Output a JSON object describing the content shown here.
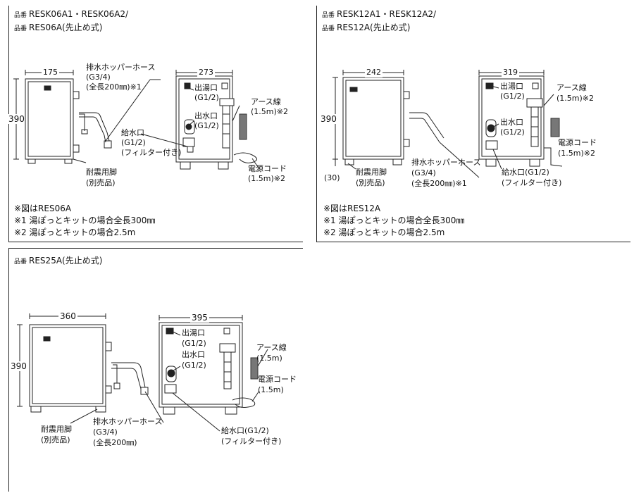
{
  "panels": [
    {
      "prefix": "品番",
      "model_line1": "RESK06A1・RESK06A2/",
      "model_line2": "RES06A(先止め式)",
      "dims": {
        "width_side": "175",
        "width_front": "273",
        "height": "390"
      },
      "labels": {
        "hose": "排水ホッパーホース",
        "hose_size": "(G3/4)",
        "hose_len": "(全長200㎜)※1",
        "outlet_hot": "出湯口",
        "outlet_hot_size": "(G1/2)",
        "outlet_water": "出水口",
        "outlet_water_size": "(G1/2)",
        "inlet": "給水口",
        "inlet_size": "(G1/2)",
        "inlet_filter": "(フィルター付き)",
        "earth": "アース線",
        "earth_len": "(1.5m)※2",
        "cord": "電源コード",
        "cord_len": "(1.5m)※2",
        "legs": "耐震用脚",
        "legs_note": "(別売品)"
      },
      "notes": [
        "※図はRES06A",
        "※1 湯ぽっとキットの場合全長300㎜",
        "※2 湯ぽっとキットの場合2.5m"
      ]
    },
    {
      "prefix": "品番",
      "model_line1": "RESK12A1・RESK12A2/",
      "model_line2": "RES12A(先止め式)",
      "dims": {
        "width_side": "242",
        "width_front": "319",
        "height": "390",
        "leg_height": "(30)"
      },
      "labels": {
        "hose": "排水ホッパーホース",
        "hose_size": "(G3/4)",
        "hose_len": "(全長200㎜)※1",
        "outlet_hot": "出湯口",
        "outlet_hot_size": "(G1/2)",
        "outlet_water": "出水口",
        "outlet_water_size": "(G1/2)",
        "inlet": "給水口(G1/2)",
        "inlet_filter": "(フィルター付き)",
        "earth": "アース線",
        "earth_len": "(1.5m)※2",
        "cord": "電源コード",
        "cord_len": "(1.5m)※2",
        "legs": "耐震用脚",
        "legs_note": "(別売品)"
      },
      "notes": [
        "※図はRES12A",
        "※1 湯ぽっとキットの場合全長300㎜",
        "※2 湯ぽっとキットの場合2.5m"
      ]
    },
    {
      "prefix": "品番",
      "model_line1": "RES25A(先止め式)",
      "dims": {
        "width_side": "360",
        "width_front": "395",
        "height": "390"
      },
      "labels": {
        "hose": "排水ホッパーホース",
        "hose_size": "(G3/4)",
        "hose_len": "(全長200㎜)",
        "outlet_hot": "出湯口",
        "outlet_hot_size": "(G1/2)",
        "outlet_water": "出水口",
        "outlet_water_size": "(G1/2)",
        "inlet": "給水口(G1/2)",
        "inlet_filter": "(フィルター付き)",
        "earth": "アース線",
        "earth_len": "(1.5m)",
        "cord": "電源コード",
        "cord_len": "(1.5m)",
        "legs": "耐震用脚",
        "legs_note": "(別売品)"
      }
    }
  ]
}
